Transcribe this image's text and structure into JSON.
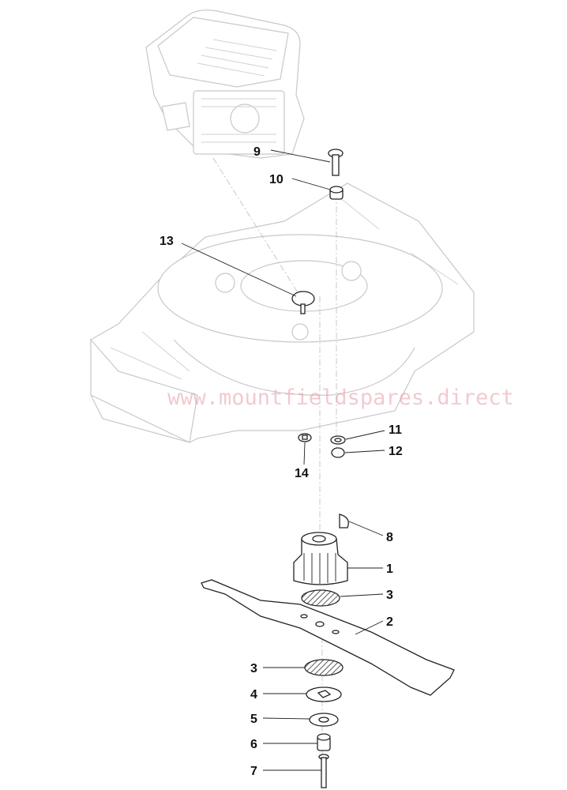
{
  "diagram": {
    "watermark": "www.mountfieldspares.direct",
    "callouts": [
      {
        "id": "c9",
        "label": "9",
        "part": "blade-bolt-upper"
      },
      {
        "id": "c10",
        "label": "10",
        "part": "spacer"
      },
      {
        "id": "c13",
        "label": "13",
        "part": "cap"
      },
      {
        "id": "c11",
        "label": "11",
        "part": "washer"
      },
      {
        "id": "c12",
        "label": "12",
        "part": "nut"
      },
      {
        "id": "c14",
        "label": "14",
        "part": "clip-nut"
      },
      {
        "id": "c8",
        "label": "8",
        "part": "key"
      },
      {
        "id": "c1",
        "label": "1",
        "part": "blade-hub"
      },
      {
        "id": "c3a",
        "label": "3",
        "part": "friction-disc-upper"
      },
      {
        "id": "c2",
        "label": "2",
        "part": "blade"
      },
      {
        "id": "c3b",
        "label": "3",
        "part": "friction-disc-lower"
      },
      {
        "id": "c4",
        "label": "4",
        "part": "washer-lower"
      },
      {
        "id": "c5",
        "label": "5",
        "part": "flat-washer"
      },
      {
        "id": "c6",
        "label": "6",
        "part": "bushing"
      },
      {
        "id": "c7",
        "label": "7",
        "part": "blade-bolt"
      }
    ]
  }
}
